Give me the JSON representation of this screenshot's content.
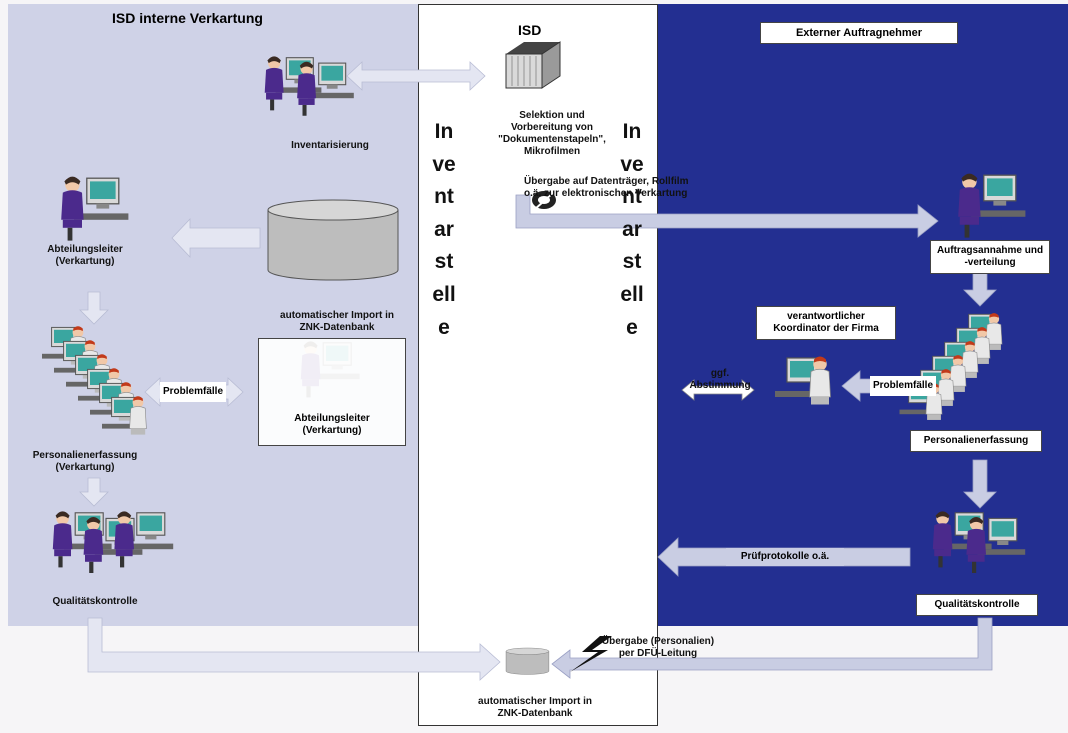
{
  "left": {
    "title": "ISD interne Verkartung",
    "inventarisierung": "Inventarisierung",
    "abteilungsleiter_top": "Abteilungsleiter\n(Verkartung)",
    "import_label": "automatischer Import in\nZNK-Datenbank",
    "problemfaelle": "Problemfälle",
    "abteilungsleiter_box": "Abteilungsleiter\n(Verkartung)",
    "personalien": "Personalienerfassung\n(Verkartung)",
    "qualitaet": "Qualitätskontrolle"
  },
  "middle": {
    "title": "ISD",
    "selektion": "Selektion und\nVorbereitung von\n\"Dokumentenstapeln\",\nMikrofilmen",
    "uebergabe": "Übergabe auf Datenträger, Rollfilm\no.ä. zur elektronischen Verkartung",
    "inventarstelle": "Inventarstelle",
    "uebergabe_dfue": "Übergabe (Personalien)\nper DFÜ-Leitung",
    "import_bottom": "automatischer Import in\nZNK-Datenbank"
  },
  "right": {
    "title": "Externer Auftragnehmer",
    "auftrag": "Auftragsannahme und\n-verteilung",
    "koordinator": "verantwortlicher\nKoordinator der Firma",
    "abstimmung": "ggf.\nAbstimmung",
    "problemfaelle": "Problemfälle",
    "personalien": "Personalienerfassung",
    "pruefprotokolle": "Prüfprotokolle o.ä.",
    "qualitaet": "Qualitätskontrolle"
  },
  "colors": {
    "left_panel": "#cfd2e7",
    "right_panel": "#232f91",
    "arrow": "#cdd0e6",
    "figure_purple": "#4b2a8c",
    "monitor_teal": "#3aa6a0"
  }
}
